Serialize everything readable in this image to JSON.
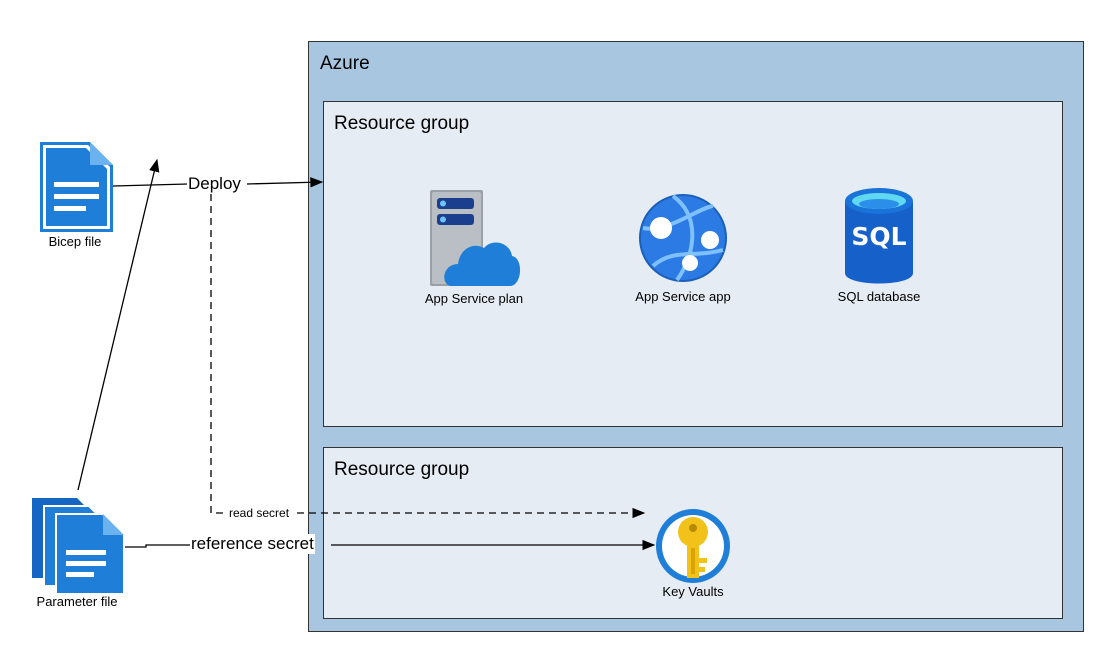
{
  "azure": {
    "title": "Azure"
  },
  "resource_groups": [
    {
      "title": "Resource group"
    },
    {
      "title": "Resource group"
    }
  ],
  "nodes": {
    "bicep_file": "Bicep file",
    "parameter_file": "Parameter file",
    "app_service_plan": "App Service plan",
    "app_service_app": "App Service app",
    "sql_database": "SQL database",
    "sql_icon_text": "SQL",
    "key_vaults": "Key Vaults"
  },
  "edges": {
    "deploy": "Deploy",
    "read_secret": "read secret",
    "reference_secret": "reference secret"
  },
  "colors": {
    "azure_bg": "#a9c6e1",
    "rg_bg": "#e6ecf3",
    "file_blue": "#1f7fd8",
    "key_yellow": "#f3c21a"
  },
  "icons": [
    "document-icon",
    "documents-icon",
    "server-cloud-icon",
    "web-app-globe-icon",
    "sql-database-icon",
    "key-vault-icon"
  ]
}
